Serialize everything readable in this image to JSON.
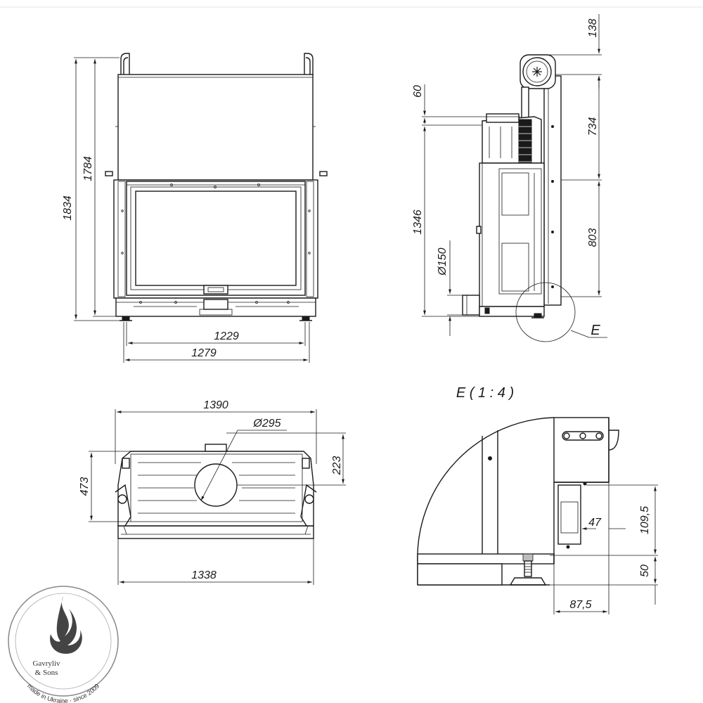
{
  "front_view": {
    "height_total": "1834",
    "height_inner": "1784",
    "width_inner": "1229",
    "width_outer": "1279"
  },
  "side_view": {
    "top_offset": "138",
    "upper_section": "734",
    "lower_section": "803",
    "flue_height": "60",
    "body_height": "1346",
    "air_inlet_diameter": "Ø150",
    "detail_callout": "E"
  },
  "top_view": {
    "overall_width": "1390",
    "flue_diameter": "Ø295",
    "depth": "473",
    "flue_offset": "223",
    "base_width": "1338"
  },
  "detail_view": {
    "title": "E ( 1 : 4 )",
    "gap": "47",
    "height_upper": "109,5",
    "height_lower": "50",
    "foot_offset": "87,5"
  },
  "logo": {
    "brand_line1": "Gavryliv",
    "brand_line2": "& Sons",
    "tagline": "made in Ukraine · since 2009"
  }
}
